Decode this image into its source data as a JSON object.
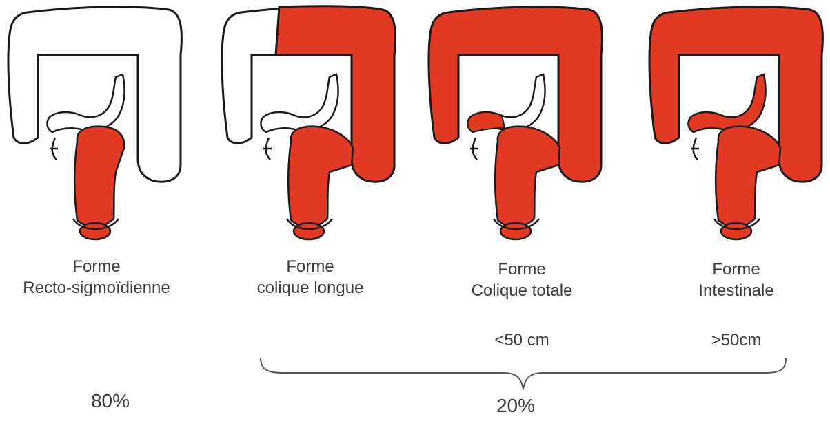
{
  "colors": {
    "affected": "#e23a22",
    "outline": "#1a1a1a",
    "healthy": "#ffffff"
  },
  "panels": [
    {
      "line1": "Forme",
      "line2": "Recto-sigmoïdienne",
      "affected_extent": "recto-sigmoid"
    },
    {
      "line1": "Forme",
      "line2": "colique longue",
      "affected_extent": "rectum to transverse colon"
    },
    {
      "line1": "Forme",
      "line2": "Colique totale",
      "length": "<50 cm",
      "affected_extent": "whole colon"
    },
    {
      "line1": "Forme",
      "line2": "Intestinale",
      "length": ">50cm",
      "affected_extent": "whole colon and small intestine"
    }
  ],
  "percent_left": "80%",
  "percent_right": "20%"
}
